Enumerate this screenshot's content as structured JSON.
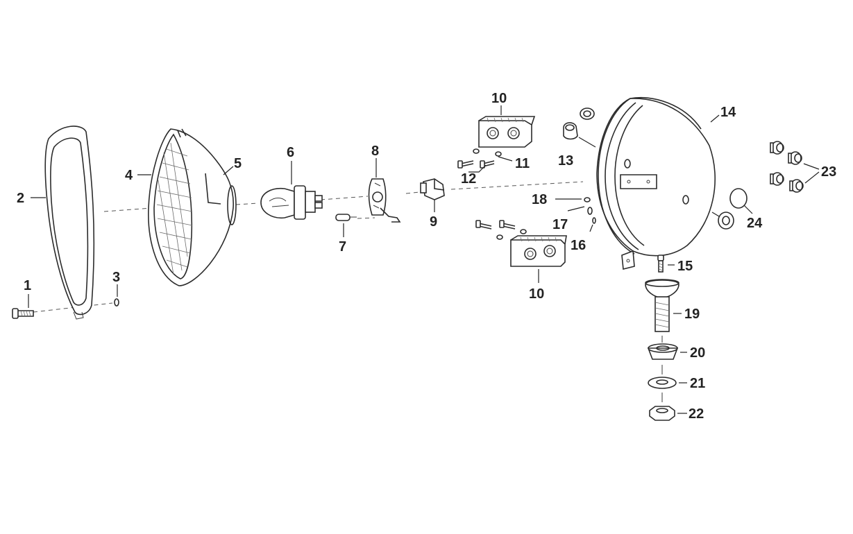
{
  "diagram": {
    "callouts": {
      "c1": "1",
      "c2": "2",
      "c3": "3",
      "c4": "4",
      "c5": "5",
      "c6": "6",
      "c7": "7",
      "c8": "8",
      "c9": "9",
      "c10a": "10",
      "c10b": "10",
      "c11": "11",
      "c12": "12",
      "c13": "13",
      "c14": "14",
      "c15": "15",
      "c16": "16",
      "c17": "17",
      "c18": "18",
      "c19": "19",
      "c20": "20",
      "c21": "21",
      "c22": "22",
      "c23": "23",
      "c24": "24"
    }
  }
}
